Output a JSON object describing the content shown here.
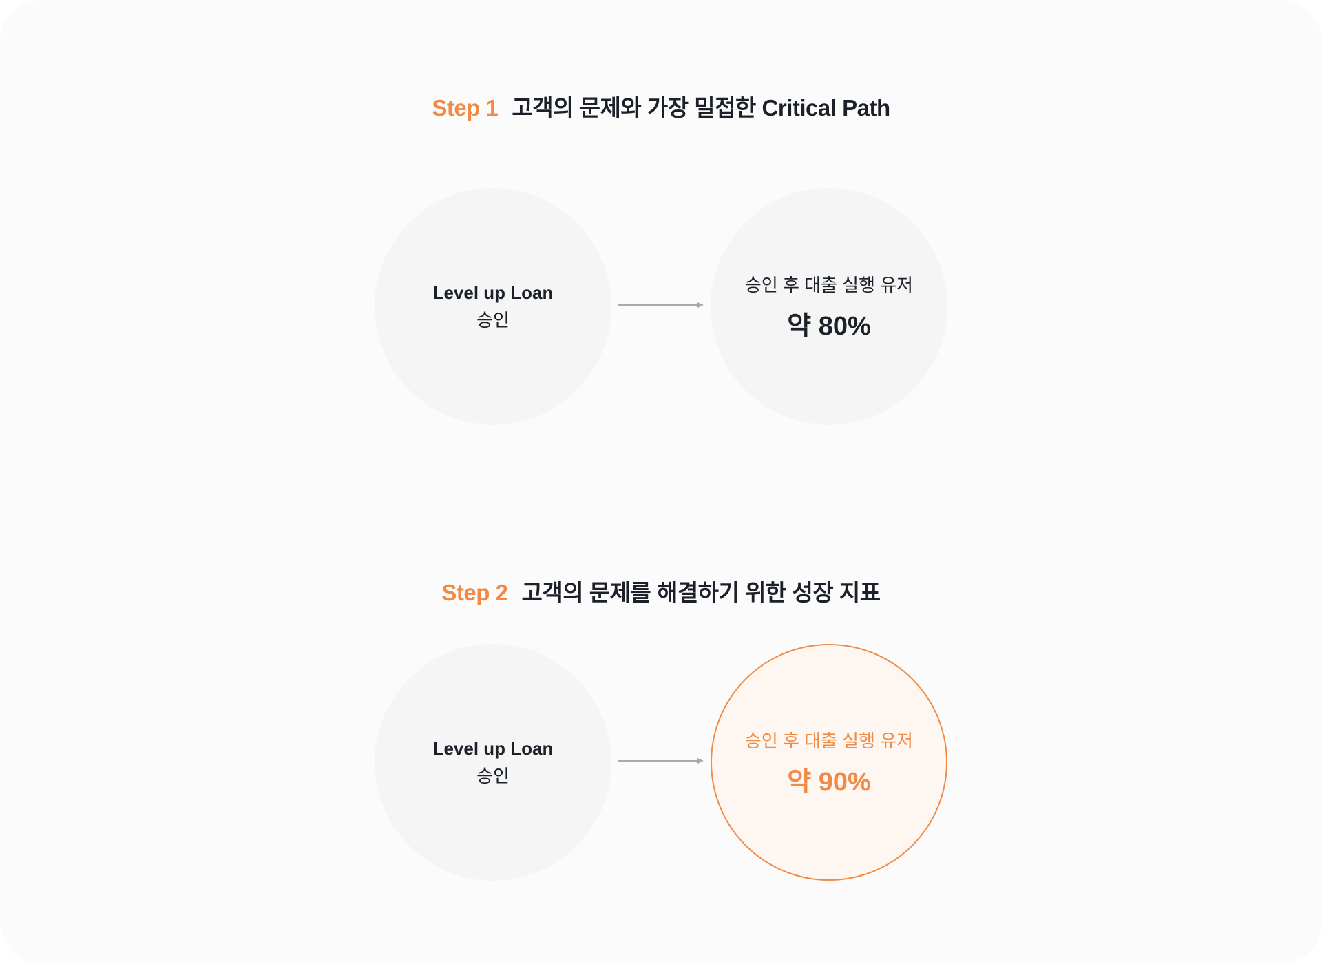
{
  "steps": [
    {
      "step_label": "Step 1",
      "title": "고객의 문제와 가장 밀접한 Critical Path",
      "from": {
        "line1": "Level up Loan",
        "line2": "승인"
      },
      "to": {
        "label": "승인 후 대출 실행 유저",
        "value": "약 80%"
      }
    },
    {
      "step_label": "Step 2",
      "title": "고객의 문제를 해결하기 위한 성장 지표",
      "from": {
        "line1": "Level up Loan",
        "line2": "승인"
      },
      "to": {
        "label": "승인 후 대출 실행 유저",
        "value": "약 90%"
      }
    }
  ],
  "colors": {
    "accent": "#f08a45",
    "text": "#1c2129",
    "circle": "#f5f5f5",
    "highlight_fill": "#fdf6f1"
  }
}
